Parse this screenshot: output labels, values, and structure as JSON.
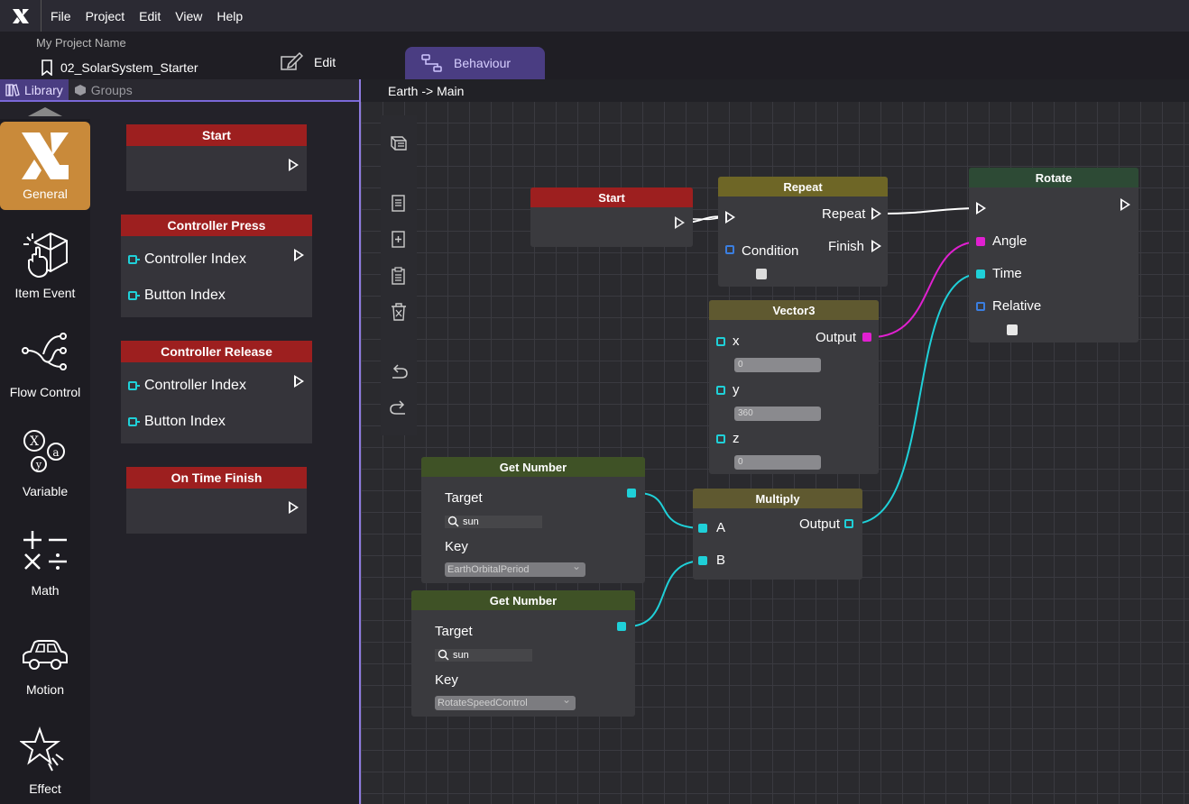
{
  "menu": {
    "file": "File",
    "project": "Project",
    "edit": "Edit",
    "view": "View",
    "help": "Help"
  },
  "project": {
    "name": "My Project Name",
    "scene": "02_SolarSystem_Starter",
    "edit_tab": "Edit",
    "behaviour_tab": "Behaviour"
  },
  "library": {
    "tab_library": "Library",
    "tab_groups": "Groups",
    "categories": [
      "General",
      "Item Event",
      "Flow Control",
      "Variable",
      "Math",
      "Motion",
      "Effect"
    ],
    "nodes": {
      "start": {
        "title": "Start"
      },
      "controller_press": {
        "title": "Controller Press",
        "port1": "Controller Index",
        "port2": "Button Index"
      },
      "controller_release": {
        "title": "Controller Release",
        "port1": "Controller Index",
        "port2": "Button Index"
      },
      "on_time_finish": {
        "title": "On Time Finish"
      }
    }
  },
  "canvas": {
    "breadcrumb": "Earth -> Main",
    "start": {
      "title": "Start"
    },
    "repeat": {
      "title": "Repeat",
      "repeat": "Repeat",
      "condition": "Condition",
      "finish": "Finish"
    },
    "rotate": {
      "title": "Rotate",
      "angle": "Angle",
      "time": "Time",
      "relative": "Relative"
    },
    "vector3": {
      "title": "Vector3",
      "x": "x",
      "y": "y",
      "z": "z",
      "output": "Output",
      "x_val": "0",
      "y_val": "360",
      "z_val": "0"
    },
    "get_number_1": {
      "title": "Get Number",
      "target": "Target",
      "target_val": "sun",
      "key": "Key",
      "key_val": "EarthOrbitalPeriod"
    },
    "get_number_2": {
      "title": "Get Number",
      "target": "Target",
      "target_val": "sun",
      "key": "Key",
      "key_val": "RotateSpeedControl"
    },
    "multiply": {
      "title": "Multiply",
      "a": "A",
      "b": "B",
      "output": "Output"
    }
  },
  "colors": {
    "accent": "#7a68d8",
    "general_active": "#c98a3a",
    "event_red": "#9d1f1f",
    "port_cyan": "#1fd0d8",
    "port_magenta": "#e020d0"
  }
}
